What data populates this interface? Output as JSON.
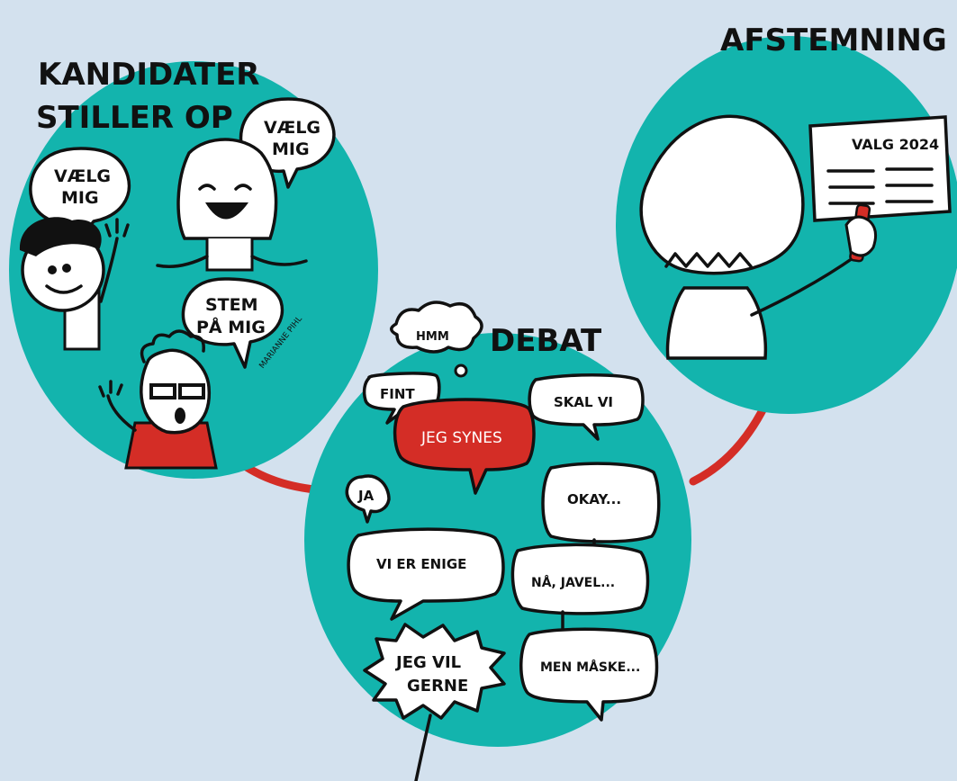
{
  "colors": {
    "background": "#d3e1ee",
    "teal": "#13b4ad",
    "red": "#d42d26",
    "ink": "#111111",
    "paper": "#ffffff"
  },
  "stage1": {
    "title_line1": "KANDIDATER",
    "title_line2": "STILLER OP",
    "bubble_left_line1": "VÆLG",
    "bubble_left_line2": "MIG",
    "bubble_right_line1": "VÆLG",
    "bubble_right_line2": "MIG",
    "bubble_bottom_line1": "STEM",
    "bubble_bottom_line2": "PÅ MIG",
    "signature": "MARIANNE PIHL"
  },
  "stage2": {
    "title": "DEBAT",
    "thought": "HMM",
    "bubbles": {
      "fint": "FINT",
      "jeg_synes": "JEG SYNES",
      "skal_vi": "SKAL VI",
      "ja": "JA",
      "okay": "OKAY...",
      "vi_er_enige": "VI ER ENIGE",
      "naa_javel": "NÅ, JAVEL...",
      "jeg_vil_line1": "JEG VIL",
      "jeg_vil_line2": "GERNE",
      "men_maaske": "MEN MÅSKE..."
    }
  },
  "stage3": {
    "title": "AFSTEMNING",
    "ballot_title": "VALG 2024"
  }
}
